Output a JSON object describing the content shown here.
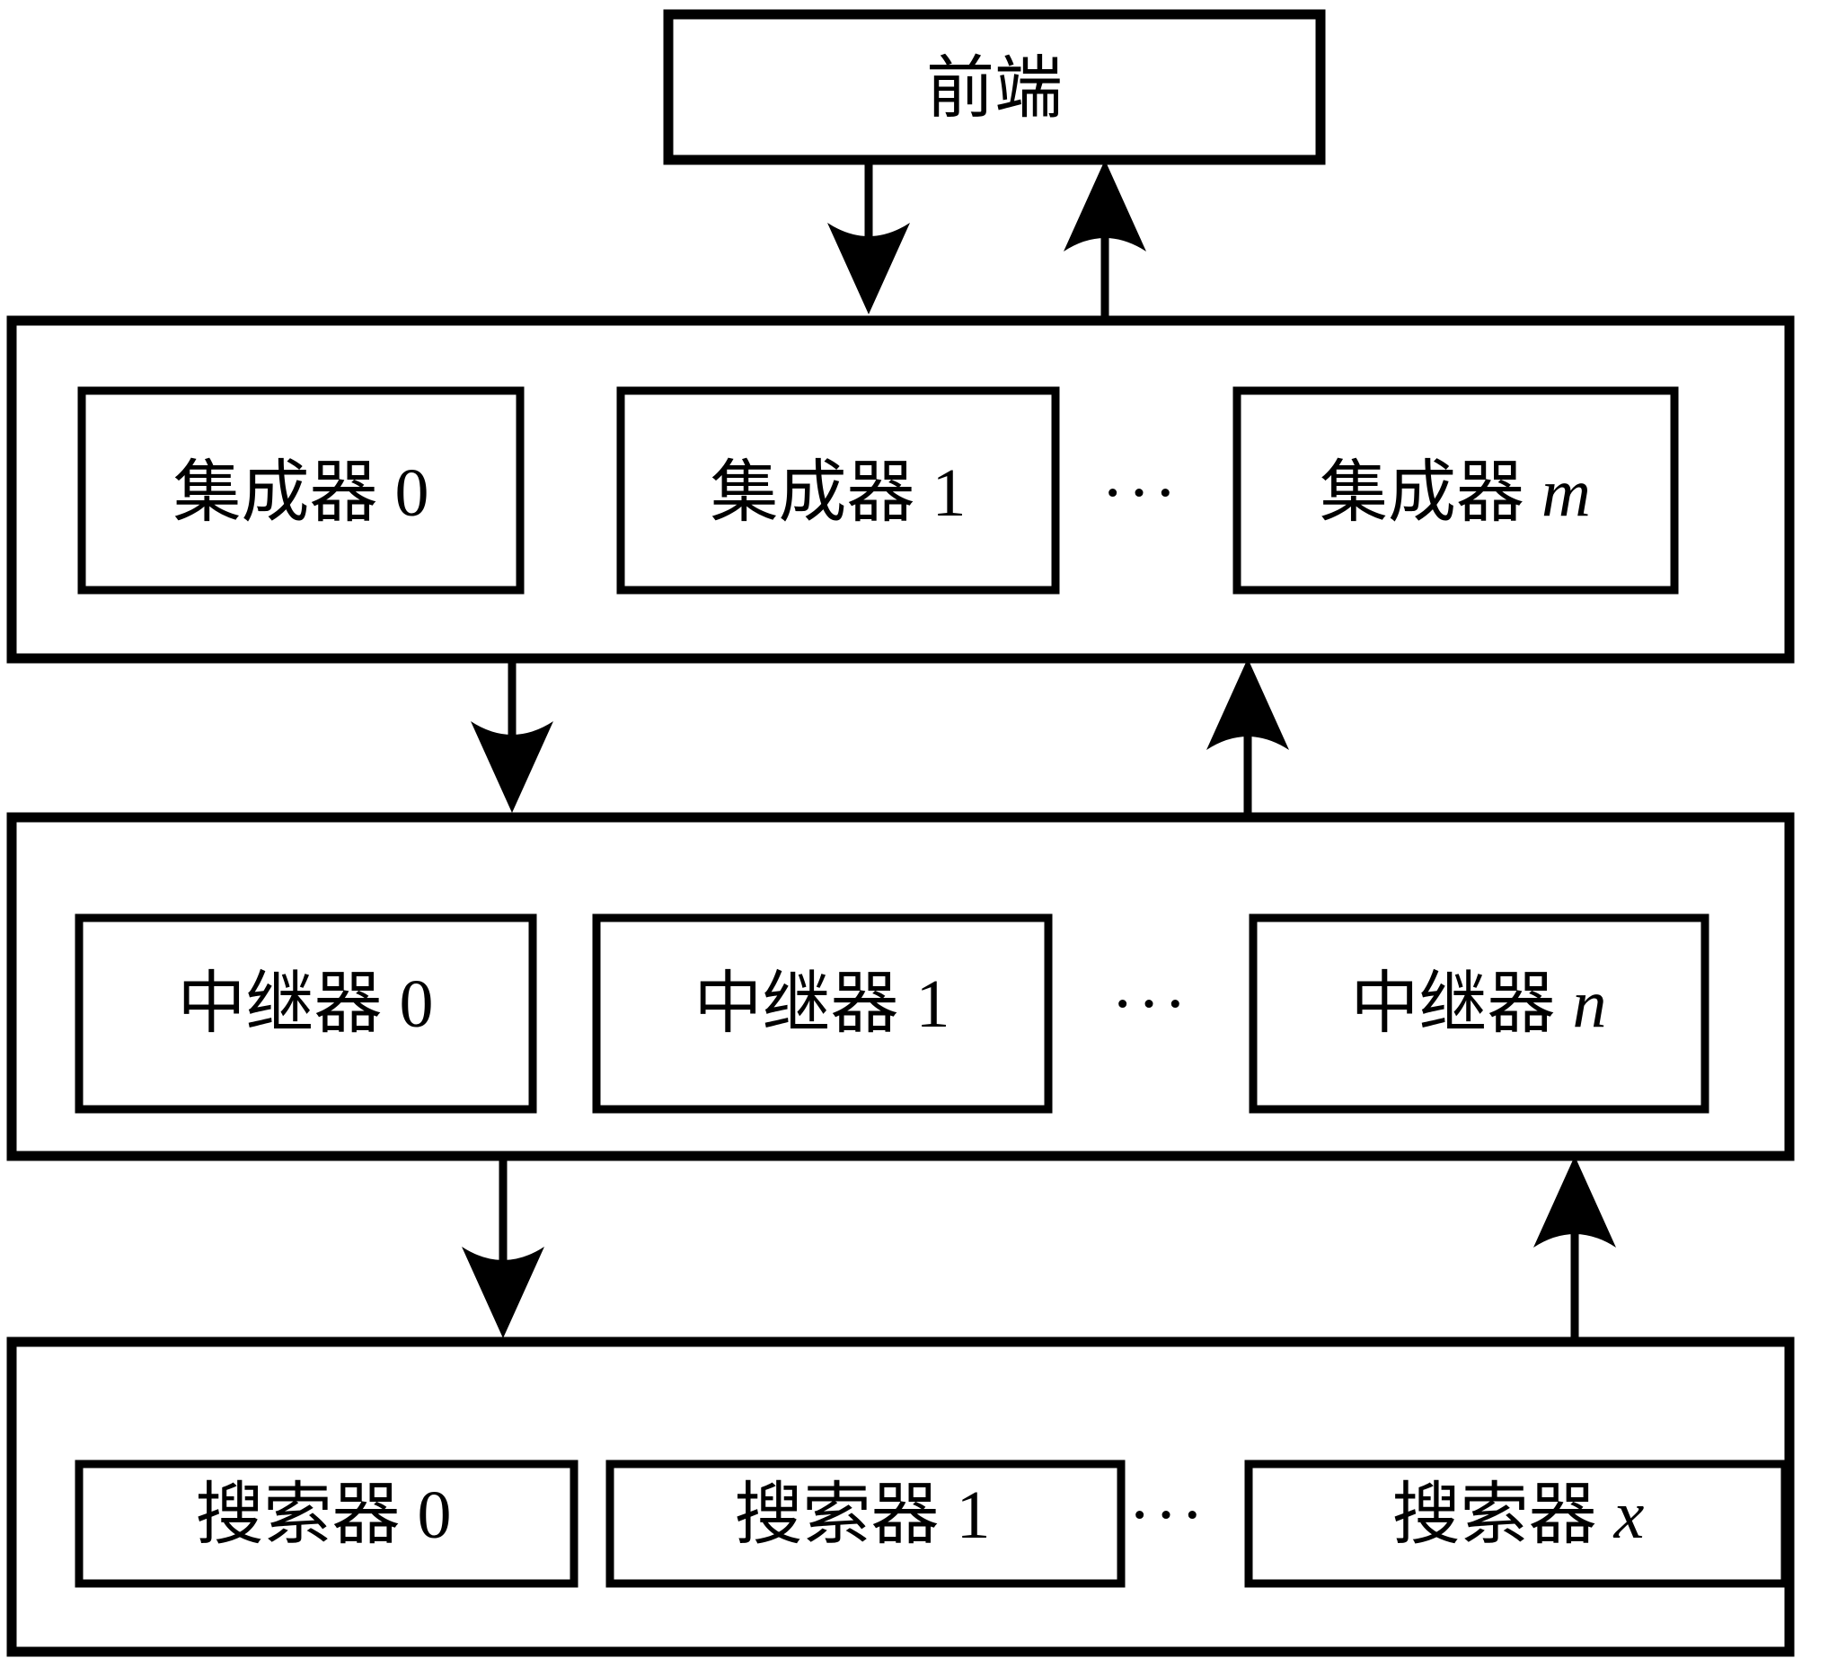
{
  "diagram": {
    "title_node": {
      "label": "前端",
      "name": "frontend-node"
    },
    "ellipsis": "···",
    "layers": [
      {
        "id": "aggregator-layer",
        "name": "集成器层",
        "nodes": [
          {
            "label": "集成器 0",
            "base": "集成器",
            "index": "0"
          },
          {
            "label": "集成器 1",
            "base": "集成器",
            "index": "1"
          },
          {
            "label": "集成器 m",
            "base": "集成器",
            "index": "m",
            "italic": true
          }
        ]
      },
      {
        "id": "relay-layer",
        "name": "中继器层",
        "nodes": [
          {
            "label": "中继器 0",
            "base": "中继器",
            "index": "0"
          },
          {
            "label": "中继器 1",
            "base": "中继器",
            "index": "1"
          },
          {
            "label": "中继器 n",
            "base": "中继器",
            "index": "n",
            "italic": true
          }
        ]
      },
      {
        "id": "searcher-layer",
        "name": "搜索器层",
        "nodes": [
          {
            "label": "搜索器 0",
            "base": "搜索器",
            "index": "0"
          },
          {
            "label": "搜索器 1",
            "base": "搜索器",
            "index": "1"
          },
          {
            "label": "搜索器 x",
            "base": "搜索器",
            "index": "x",
            "italic": true
          }
        ]
      }
    ],
    "connections": [
      {
        "id": "frontend-to-aggregator",
        "direction": "down",
        "from": "前端",
        "to": "集成器层"
      },
      {
        "id": "aggregator-to-frontend",
        "direction": "up",
        "from": "集成器层",
        "to": "前端"
      },
      {
        "id": "aggregator-to-relay",
        "direction": "down",
        "from": "集成器层",
        "to": "中继器层"
      },
      {
        "id": "relay-to-aggregator",
        "direction": "up",
        "from": "中继器层",
        "to": "集成器层"
      },
      {
        "id": "relay-to-searcher",
        "direction": "down",
        "from": "中继器层",
        "to": "搜索器层"
      },
      {
        "id": "searcher-to-relay",
        "direction": "up",
        "from": "搜索器层",
        "to": "中继器层"
      }
    ],
    "colors": {
      "stroke": "#000000",
      "fill": "#ffffff",
      "background": "#ffffff"
    }
  }
}
